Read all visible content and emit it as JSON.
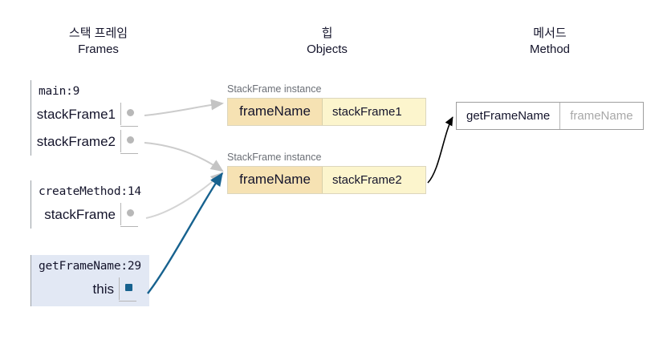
{
  "columns": {
    "frames": {
      "ko": "스택 프레임",
      "en": "Frames"
    },
    "objects": {
      "ko": "힙",
      "en": "Objects"
    },
    "method": {
      "ko": "메서드",
      "en": "Method"
    }
  },
  "stack_frames": [
    {
      "title": "main:9",
      "highlighted": false,
      "slots": [
        {
          "label": "stackFrame1",
          "ref": true,
          "ref_color": "gray"
        },
        {
          "label": "stackFrame2",
          "ref": true,
          "ref_color": "gray"
        }
      ]
    },
    {
      "title": "createMethod:14",
      "highlighted": false,
      "slots": [
        {
          "label": "stackFrame",
          "ref": true,
          "ref_color": "gray"
        }
      ]
    },
    {
      "title": "getFrameName:29",
      "highlighted": true,
      "slots": [
        {
          "label": "this",
          "ref": true,
          "ref_color": "blue"
        }
      ]
    }
  ],
  "heap_objects": [
    {
      "caption": "StackFrame instance",
      "field": "frameName",
      "value": "stackFrame1"
    },
    {
      "caption": "StackFrame instance",
      "field": "frameName",
      "value": "stackFrame2"
    }
  ],
  "method": {
    "name": "getFrameName",
    "parameter": "frameName"
  },
  "colors": {
    "object_field_bg": "#f6e2b3",
    "object_value_bg": "#fcf5cd",
    "highlight_frame_bg": "#e2e8f4",
    "reference_blue": "#17628f",
    "reference_gray": "#b8b8b8",
    "arrow_gray": "#cccccc",
    "arrow_black": "#000000"
  }
}
